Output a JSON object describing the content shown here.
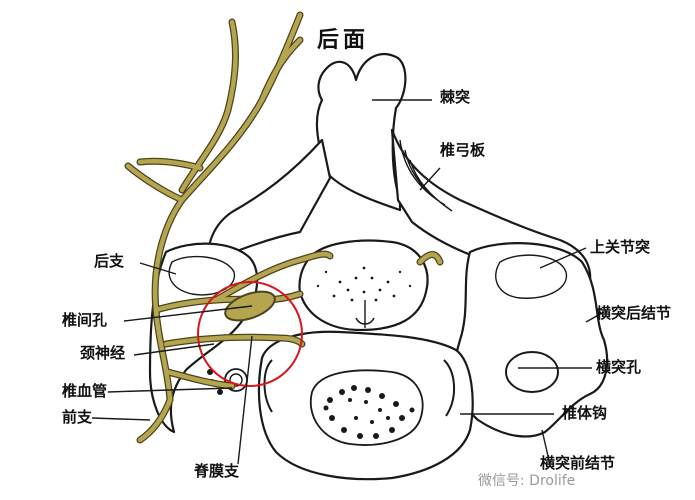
{
  "title": "后面",
  "labels": {
    "spinous": "棘突",
    "lamina": "椎弓板",
    "posterior_ramus": "后支",
    "superior_articular": "上关节突",
    "posterior_tubercle": "横突后结节",
    "foramen_intervertebral": "椎间孔",
    "transverse_foramen": "横突孔",
    "cervical_nerve": "颈神经",
    "vertebral_vessels": "椎血管",
    "uncinate": "椎体钩",
    "anterior_ramus": "前支",
    "meningeal_branch": "脊膜支",
    "anterior_tubercle": "横突前结节"
  },
  "watermark": "微信号: Drolife",
  "colors": {
    "nerve": "#b5a54e",
    "nerve_stroke": "#4a4420",
    "bone_stroke": "#1a1a1a",
    "highlight_circle": "#d8161b"
  }
}
